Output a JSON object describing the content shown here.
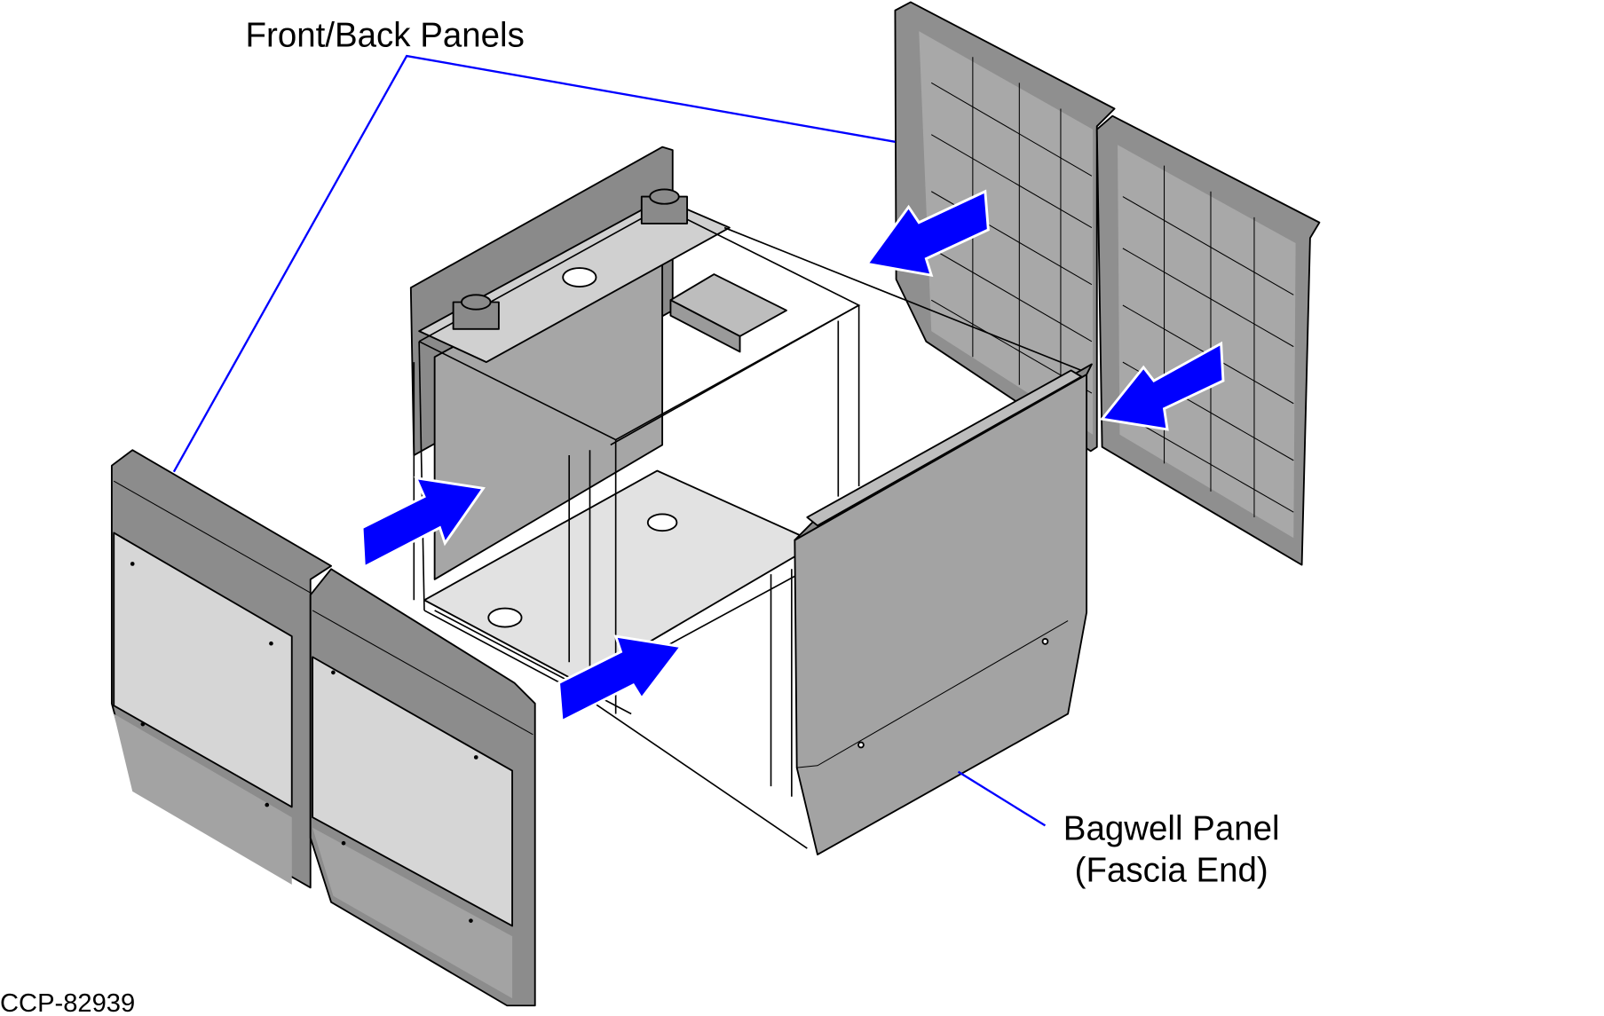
{
  "labels": {
    "front_back_panels": "Front/Back Panels",
    "bagwell_panel_line1": "Bagwell Panel",
    "bagwell_panel_line2": "(Fascia End)",
    "figure_id": "CCP-82939"
  },
  "colors": {
    "arrow": "#0000ff",
    "leader_line": "#0000ff",
    "panel_dark": "#8c8c8c",
    "panel_mid": "#a0a0a0",
    "panel_light": "#d6d6d6"
  }
}
